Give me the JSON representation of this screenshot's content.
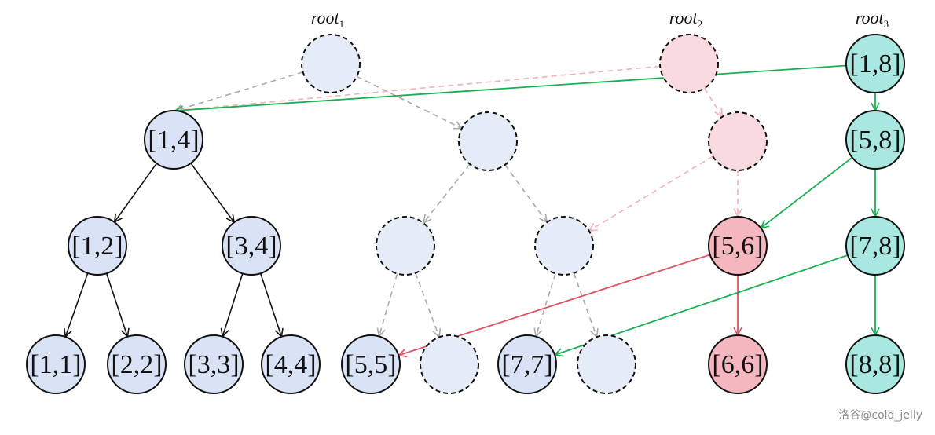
{
  "diagram": {
    "title": "Persistent segment tree versions",
    "colors": {
      "blue_fill": "#dae3f5",
      "ghost_fill": "#e6ecf7",
      "pink_fill": "#f4b6bf",
      "pink_ghost_fill": "#f9dade",
      "teal_fill": "#a8e8e0",
      "black_edge": "#111111",
      "gray_edge": "#aaaaaa",
      "pink_edge": "#f2b1b8",
      "red_edge": "#e05060",
      "green_edge": "#16b050"
    },
    "roots": [
      {
        "id": "root1",
        "base": "root",
        "sub": "1"
      },
      {
        "id": "root2",
        "base": "root",
        "sub": "2"
      },
      {
        "id": "root3",
        "base": "root",
        "sub": "3"
      }
    ],
    "nodes": [
      {
        "id": "r1",
        "label": "",
        "style": "ghost"
      },
      {
        "id": "r2",
        "label": "",
        "style": "pink-ghost"
      },
      {
        "id": "n18",
        "label": "[1,8]",
        "style": "teal"
      },
      {
        "id": "n14",
        "label": "[1,4]",
        "style": "blue"
      },
      {
        "id": "g58a",
        "label": "",
        "style": "ghost"
      },
      {
        "id": "g58b",
        "label": "",
        "style": "pink-ghost"
      },
      {
        "id": "n58",
        "label": "[5,8]",
        "style": "teal"
      },
      {
        "id": "n12",
        "label": "[1,2]",
        "style": "blue"
      },
      {
        "id": "n34",
        "label": "[3,4]",
        "style": "blue"
      },
      {
        "id": "g56",
        "label": "",
        "style": "ghost"
      },
      {
        "id": "g78",
        "label": "",
        "style": "ghost"
      },
      {
        "id": "n56",
        "label": "[5,6]",
        "style": "pink"
      },
      {
        "id": "n78",
        "label": "[7,8]",
        "style": "teal"
      },
      {
        "id": "n11",
        "label": "[1,1]",
        "style": "blue"
      },
      {
        "id": "n22",
        "label": "[2,2]",
        "style": "blue"
      },
      {
        "id": "n33",
        "label": "[3,3]",
        "style": "blue"
      },
      {
        "id": "n44",
        "label": "[4,4]",
        "style": "blue"
      },
      {
        "id": "n55",
        "label": "[5,5]",
        "style": "blue"
      },
      {
        "id": "g66",
        "label": "",
        "style": "ghost"
      },
      {
        "id": "n77",
        "label": "[7,7]",
        "style": "blue"
      },
      {
        "id": "g88",
        "label": "",
        "style": "ghost"
      },
      {
        "id": "n66",
        "label": "[6,6]",
        "style": "pink"
      },
      {
        "id": "n88",
        "label": "[8,8]",
        "style": "teal"
      }
    ],
    "edges": [
      {
        "from": "r1",
        "to": "n14",
        "style": "gray"
      },
      {
        "from": "r1",
        "to": "g58a",
        "style": "gray"
      },
      {
        "from": "g58a",
        "to": "g56",
        "style": "gray"
      },
      {
        "from": "g58a",
        "to": "g78",
        "style": "gray"
      },
      {
        "from": "g56",
        "to": "n55",
        "style": "gray"
      },
      {
        "from": "g56",
        "to": "g66",
        "style": "gray"
      },
      {
        "from": "g78",
        "to": "n77",
        "style": "gray"
      },
      {
        "from": "g78",
        "to": "g88",
        "style": "gray"
      },
      {
        "from": "r2",
        "to": "n14",
        "style": "pink"
      },
      {
        "from": "r2",
        "to": "g58b",
        "style": "pink"
      },
      {
        "from": "g58b",
        "to": "g78",
        "style": "pink"
      },
      {
        "from": "g58b",
        "to": "n56",
        "style": "pink"
      },
      {
        "from": "n14",
        "to": "n12",
        "style": "black"
      },
      {
        "from": "n14",
        "to": "n34",
        "style": "black"
      },
      {
        "from": "n12",
        "to": "n11",
        "style": "black"
      },
      {
        "from": "n12",
        "to": "n22",
        "style": "black"
      },
      {
        "from": "n34",
        "to": "n33",
        "style": "black"
      },
      {
        "from": "n34",
        "to": "n44",
        "style": "black"
      },
      {
        "from": "n56",
        "to": "n55",
        "style": "red"
      },
      {
        "from": "n56",
        "to": "n66",
        "style": "red"
      },
      {
        "from": "n18",
        "to": "n14",
        "style": "green"
      },
      {
        "from": "n18",
        "to": "n58",
        "style": "green"
      },
      {
        "from": "n58",
        "to": "n56",
        "style": "green"
      },
      {
        "from": "n58",
        "to": "n78",
        "style": "green"
      },
      {
        "from": "n78",
        "to": "n77",
        "style": "green"
      },
      {
        "from": "n78",
        "to": "n88",
        "style": "green"
      }
    ]
  },
  "watermark": "洛谷@cold_jelly"
}
